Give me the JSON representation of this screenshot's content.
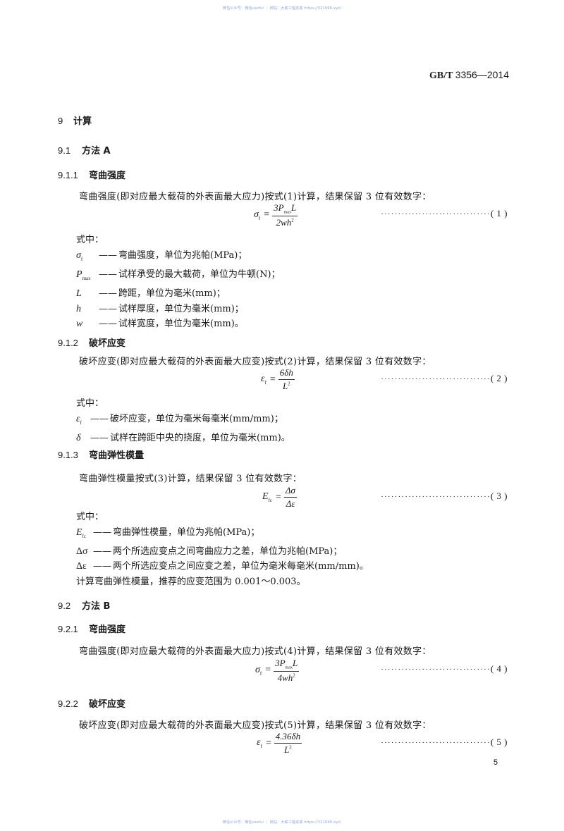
{
  "watermark": {
    "top": "微信公众号：微信useful ｜ 网站：大薪工程资源 https://321696.xyz/",
    "bottom": "微信公众号：微信useful ｜ 网站：大薪工程资源 https://321696.xyz/"
  },
  "header": {
    "standard_prefix": "GB/T",
    "standard_number": "3356—2014"
  },
  "sections": {
    "s9": {
      "num": "9",
      "title": "计算"
    },
    "s91": {
      "num": "9.1",
      "title": "方法 A"
    },
    "s911": {
      "num": "9.1.1",
      "title": "弯曲强度",
      "text": "弯曲强度(即对应最大载荷的外表面最大应力)按式(1)计算，结果保留 3 位有效数字：",
      "formula": {
        "lhs": "σ",
        "lhs_sub": "f",
        "num_a": "3P",
        "num_sub": "max",
        "num_b": "L",
        "den_a": "2wh",
        "den_sup": "2"
      },
      "eq_dots": "································",
      "eq_label": "( 1 )",
      "where": "式中：",
      "defs": [
        {
          "sym": "σ",
          "sub": "f",
          "desc": "弯曲强度，单位为兆帕(MPa)；"
        },
        {
          "sym": "P",
          "sub": "max",
          "desc": "试样承受的最大载荷，单位为牛顿(N)；"
        },
        {
          "sym": "L",
          "sub": "",
          "desc": "跨距，单位为毫米(mm)；"
        },
        {
          "sym": "h",
          "sub": "",
          "desc": "试样厚度，单位为毫米(mm)；"
        },
        {
          "sym": "w",
          "sub": "",
          "desc": "试样宽度，单位为毫米(mm)。"
        }
      ]
    },
    "s912": {
      "num": "9.1.2",
      "title": "破坏应变",
      "text": "破坏应变(即对应最大载荷的外表面最大应变)按式(2)计算，结果保留 3 位有效数字：",
      "formula": {
        "lhs": "ε",
        "lhs_sub": "f",
        "num": "6δh",
        "den_a": "L",
        "den_sup": "2"
      },
      "eq_dots": "································",
      "eq_label": "( 2 )",
      "where": "式中：",
      "defs": [
        {
          "sym": "ε",
          "sub": "f",
          "desc": "破坏应变，单位为毫米每毫米(mm/mm)；"
        },
        {
          "sym": "δ",
          "sub": "",
          "desc": "试样在跨距中央的挠度，单位为毫米(mm)。"
        }
      ]
    },
    "s913": {
      "num": "9.1.3",
      "title": "弯曲弹性模量",
      "text": "弯曲弹性模量按式(3)计算，结果保留 3 位有效数字：",
      "formula": {
        "lhs": "E",
        "lhs_sub": "fc",
        "num": "Δσ",
        "den": "Δε"
      },
      "eq_dots": "································",
      "eq_label": "( 3 )",
      "where": "式中：",
      "defs": [
        {
          "sym": "E",
          "sub": "fc",
          "desc": "弯曲弹性模量，单位为兆帕(MPa)；"
        },
        {
          "sym": "Δσ",
          "sub": "",
          "desc": "两个所选应变点之间弯曲应力之差，单位为兆帕(MPa)；"
        },
        {
          "sym": "Δε",
          "sub": "",
          "desc": "两个所选应变点之间应变之差，单位为毫米每毫米(mm/mm)。"
        }
      ],
      "note": "计算弯曲弹性模量，推荐的应变范围为 0.001～0.003。"
    },
    "s92": {
      "num": "9.2",
      "title": "方法 B"
    },
    "s921": {
      "num": "9.2.1",
      "title": "弯曲强度",
      "text": "弯曲强度(即对应最大载荷的外表面最大应力)按式(4)计算，结果保留 3 位有效数字：",
      "formula": {
        "lhs": "σ",
        "lhs_sub": "f",
        "num_a": "3P",
        "num_sub": "max",
        "num_b": "L",
        "den_a": "4wh",
        "den_sup": "2"
      },
      "eq_dots": "································",
      "eq_label": "( 4 )"
    },
    "s922": {
      "num": "9.2.2",
      "title": "破坏应变",
      "text": "破坏应变(即对应最大载荷的外表面最大应变)按式(5)计算，结果保留 3 位有效数字：",
      "formula": {
        "lhs": "ε",
        "lhs_sub": "f",
        "num": "4.36δh",
        "den_a": "L",
        "den_sup": "2"
      },
      "eq_dots": "································",
      "eq_label": "( 5 )"
    }
  },
  "footer": {
    "page_number": "5"
  }
}
